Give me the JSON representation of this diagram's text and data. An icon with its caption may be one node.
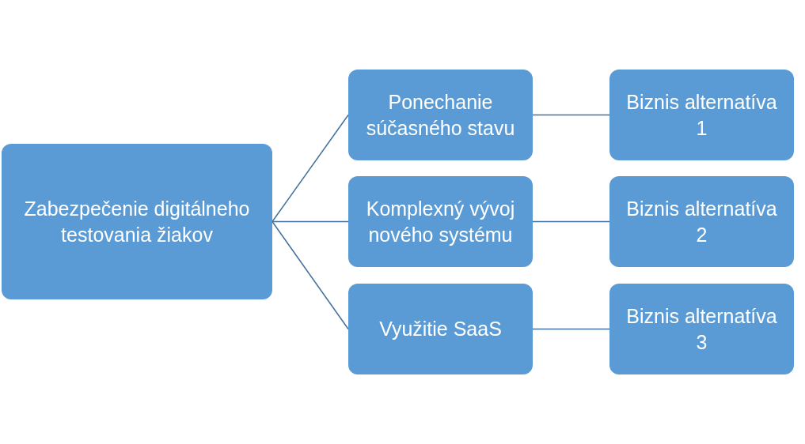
{
  "diagram": {
    "nodes": [
      {
        "text": [
          "Zabezpečenie digitálneho testovania žiakov"
        ]
      },
      {
        "text": [
          "Ponechanie súčasného stavu"
        ]
      },
      {
        "text": [
          "Komplexný vývoj nového systému"
        ]
      },
      {
        "text": [
          "Využitie SaaS"
        ]
      },
      {
        "text": [
          "Biznis alternatíva 1"
        ]
      },
      {
        "text": [
          "Biznis alternatíva 2"
        ]
      },
      {
        "text": [
          "Biznis alternatíva 3"
        ]
      }
    ],
    "edges": [
      {
        "from": 0,
        "to": 1,
        "arrow": "none"
      },
      {
        "from": 0,
        "to": 2,
        "arrow": "none"
      },
      {
        "from": 0,
        "to": 3,
        "arrow": "none"
      },
      {
        "from": 1,
        "to": 4,
        "arrow": "none"
      },
      {
        "from": 2,
        "to": 5,
        "arrow": "none"
      },
      {
        "from": 3,
        "to": 6,
        "arrow": "none"
      }
    ]
  }
}
